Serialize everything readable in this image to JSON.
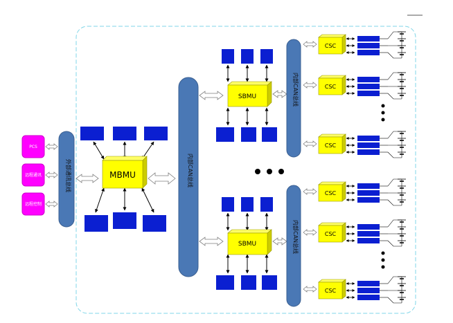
{
  "external_inputs": [
    "PCS",
    "远程通讯",
    "远程控制"
  ],
  "external_bus_label": "外部通讯总线",
  "internal_bus_label": "内部CAN总线",
  "master_unit": "MBMU",
  "sub_unit": "SBMU",
  "cell_controller": "CSC",
  "colors": {
    "pink": "#ff00ff",
    "bus": "#4a78b5",
    "module": "#0b1fd1",
    "unit": "#ffff00",
    "arrow_fill": "#ffffff",
    "arrow_stroke": "#7f7f7f",
    "dashed_border": "#7fd6e8"
  }
}
